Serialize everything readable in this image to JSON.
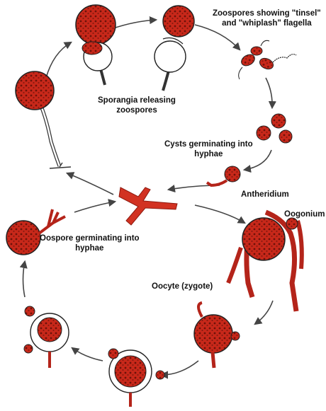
{
  "labels": {
    "zoospores": [
      "Zoospores showing \"tinsel\"",
      "and \"whiplash\" flagella"
    ],
    "sporangia": [
      "Sporangia releasing",
      "zoospores"
    ],
    "cysts": [
      "Cysts germinating into",
      "hyphae"
    ],
    "antheridium": "Antheridium",
    "oogonium": "Oogonium",
    "oospore": [
      "Oospore germinating into",
      "hyphae"
    ],
    "oocyte": "Oocyte (zygote)"
  },
  "colors": {
    "cell_fill": "#cc2a1a",
    "cell_dark": "#6e120a",
    "outline": "#222222",
    "arrow": "#444444"
  }
}
